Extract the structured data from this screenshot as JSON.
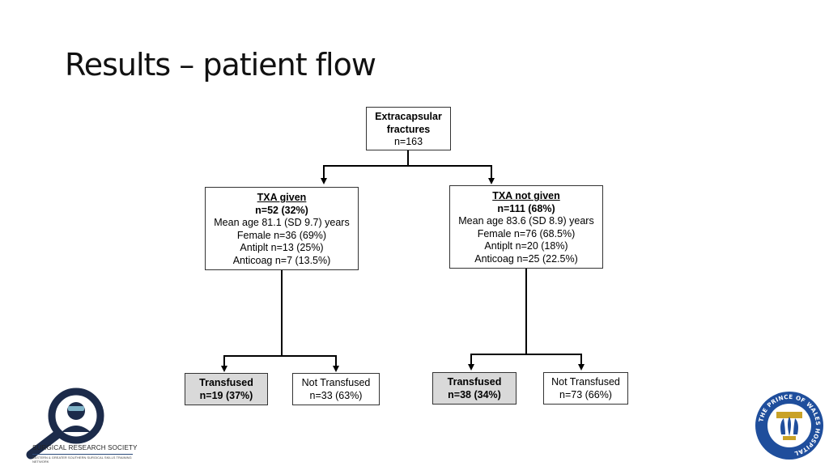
{
  "slide": {
    "title": "Results – patient flow"
  },
  "flow": {
    "root": {
      "line1": "Extracapsular",
      "line2": "fractures",
      "count": "n=163"
    },
    "left": {
      "heading": "TXA given",
      "count": "n=52 (32%)",
      "age": "Mean age 81.1 (SD 9.7) years",
      "female": "Female n=36 (69%)",
      "antiplt": "Antiplt n=13 (25%)",
      "anticoag": "Anticoag n=7 (13.5%)",
      "transfused": {
        "label": "Transfused",
        "count": "n=19 (37%)"
      },
      "not_transfused": {
        "label": "Not Transfused",
        "count": "n=33 (63%)"
      }
    },
    "right": {
      "heading": "TXA not given",
      "count": "n=111 (68%)",
      "age": "Mean age 83.6 (SD 8.9) years",
      "female": "Female n=76 (68.5%)",
      "antiplt": "Antiplt n=20 (18%)",
      "anticoag": "Anticoag n=25 (22.5%)",
      "transfused": {
        "label": "Transfused",
        "count": "n=38 (34%)"
      },
      "not_transfused": {
        "label": "Not Transfused",
        "count": "n=73 (66%)"
      }
    }
  },
  "logos": {
    "srs_name": "SURGICAL RESEARCH SOCIETY",
    "srs_tagline": "EASTERN & GREATER SOUTHERN SURGICAL SKILLS TRAINING NETWORK",
    "pow_text": "THE PRINCE OF WALES HOSPITAL"
  },
  "colors": {
    "shaded_box": "#d9d9d9",
    "pow_blue": "#1f4e9c",
    "srs_navy": "#1c2b4a"
  }
}
